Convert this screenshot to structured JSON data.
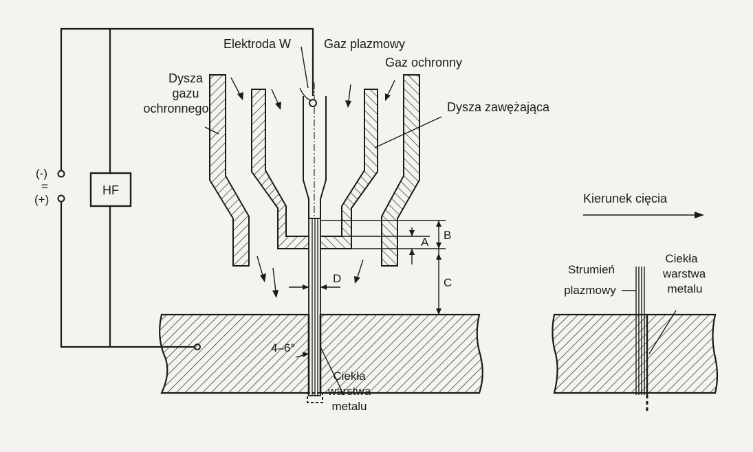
{
  "diagram": {
    "labels": {
      "electrode": "Elektroda W",
      "plasma_gas": "Gaz plazmowy",
      "shield_gas": "Gaz ochronny",
      "shield_nozzle_1": "Dysza",
      "shield_nozzle_2": "gazu",
      "shield_nozzle_3": "ochronnego",
      "constricting_nozzle": "Dysza zawężająca",
      "minus": "(-)",
      "equals": "=",
      "plus": "(+)",
      "hf": "HF",
      "dim_a": "A",
      "dim_b": "B",
      "dim_c": "C",
      "dim_d": "D",
      "angle": "4–6°",
      "liquid_layer_1": "Ciekła",
      "liquid_layer_2": "warstwa",
      "liquid_layer_3": "metalu",
      "cut_direction": "Kierunek cięcia",
      "plasma_stream_1": "Strumień",
      "plasma_stream_2": "plazmowy",
      "liquid_layer_right_1": "Ciekła",
      "liquid_layer_right_2": "warstwa",
      "liquid_layer_right_3": "metalu"
    },
    "colors": {
      "ink": "#1a1a1a",
      "paper": "#f4f3ef"
    }
  }
}
